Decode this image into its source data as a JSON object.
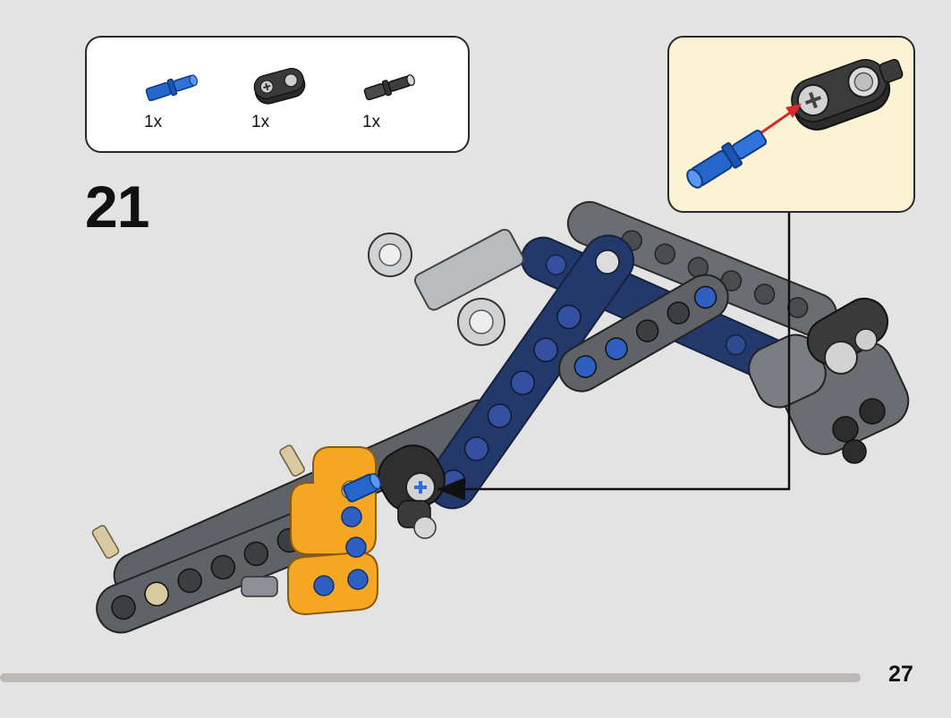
{
  "parts_list": {
    "items": [
      {
        "icon": "blue-axle-pin-icon",
        "quantity": "1x",
        "color": "#1f63c9"
      },
      {
        "icon": "black-double-connector-icon",
        "quantity": "1x",
        "color": "#2b2b2b"
      },
      {
        "icon": "black-axle-connector-icon",
        "quantity": "1x",
        "color": "#3a3a3a"
      }
    ]
  },
  "step": {
    "number": "21"
  },
  "callout": {
    "background": "#fbf3d4",
    "arrow_color": "#d92a2a"
  },
  "colors": {
    "dark_bluish_gray": "#5f6266",
    "dark_blue": "#24396b",
    "orange": "#f5a623",
    "tan": "#d8c9a0",
    "blue": "#1f63c9",
    "light_gray": "#b9bcbf"
  },
  "page": {
    "number": "27",
    "progress": 0.27
  }
}
